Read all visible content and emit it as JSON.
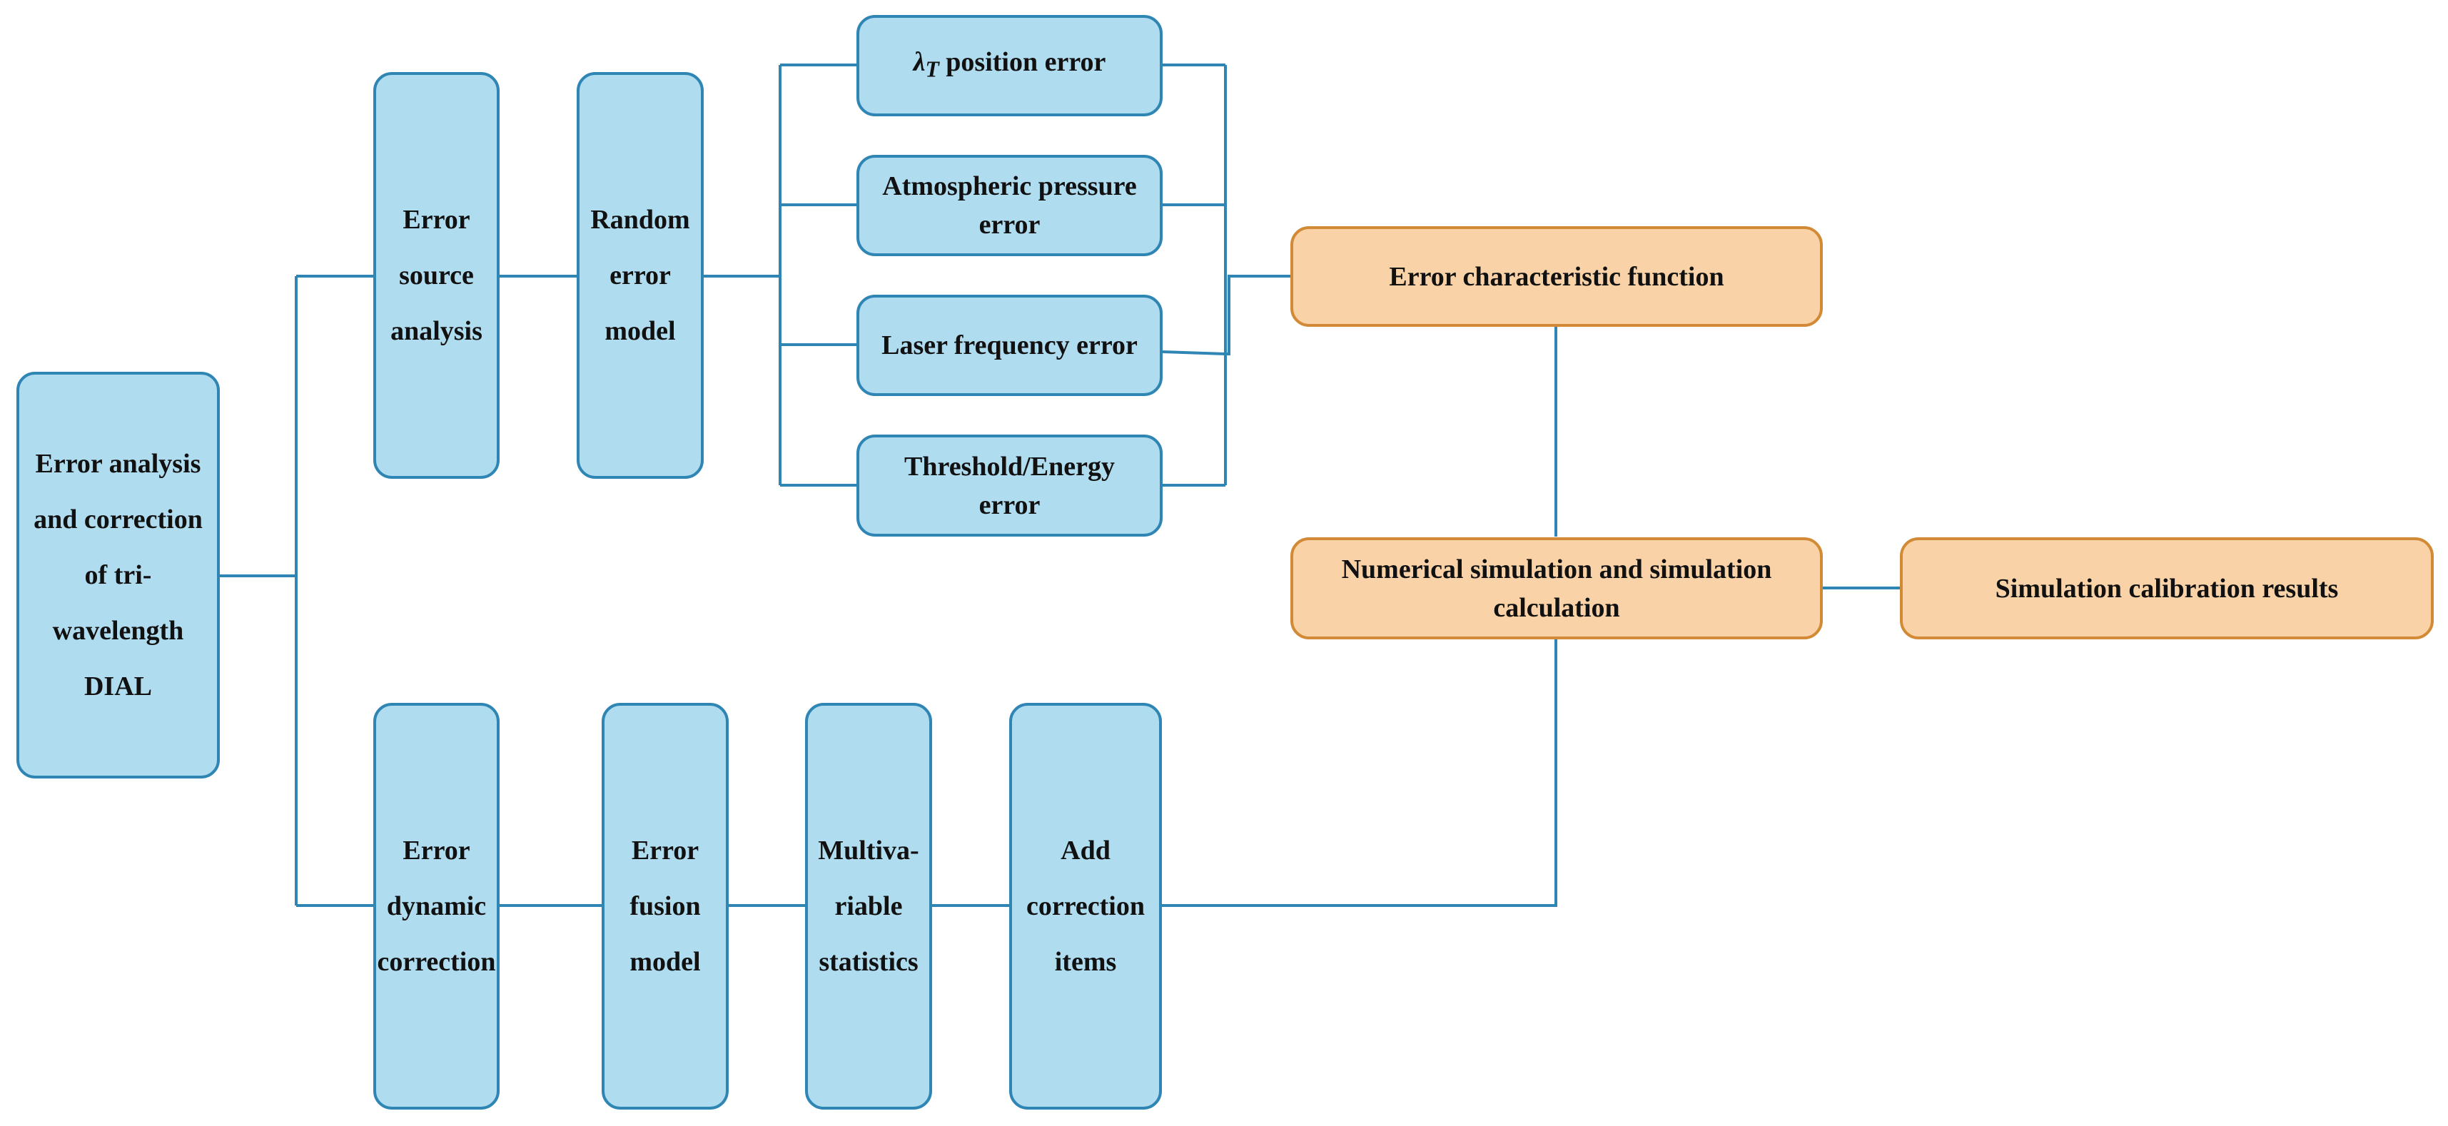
{
  "root": {
    "lines": [
      "Error analysis",
      "and correction",
      "of tri-",
      "wavelength",
      "DIAL"
    ]
  },
  "upper_branch": {
    "source": {
      "lines": [
        "Error",
        "source",
        "analysis"
      ]
    },
    "model": {
      "lines": [
        "Random",
        "error",
        "model"
      ]
    }
  },
  "errors": {
    "lambda": {
      "symbol": "λ",
      "subscript": "T",
      "text": "position error"
    },
    "pressure": {
      "lines": [
        "Atmospheric pressure",
        "error"
      ]
    },
    "laser": {
      "text": "Laser frequency error"
    },
    "threshold": {
      "lines": [
        "Threshold/Energy",
        "error"
      ]
    }
  },
  "lower_branch": {
    "dynamic": {
      "lines": [
        "Error",
        "dynamic",
        "correction"
      ]
    },
    "fusion": {
      "lines": [
        "Error",
        "fusion",
        "model"
      ]
    },
    "stats": {
      "lines": [
        "Multiva-",
        "riable",
        "statistics"
      ]
    },
    "correction": {
      "lines": [
        "Add",
        "correction",
        "items"
      ]
    }
  },
  "results": {
    "characteristic": {
      "text": "Error characteristic function"
    },
    "simulation": {
      "lines": [
        "Numerical simulation and simulation",
        "calculation"
      ]
    },
    "calibration": {
      "text": "Simulation calibration results"
    }
  },
  "colors": {
    "blue_fill": "#b0dcf0",
    "blue_border": "#2f86b4",
    "orange_fill": "#f9d3a7",
    "orange_border": "#d28a36",
    "connector": "#2f86b4"
  }
}
